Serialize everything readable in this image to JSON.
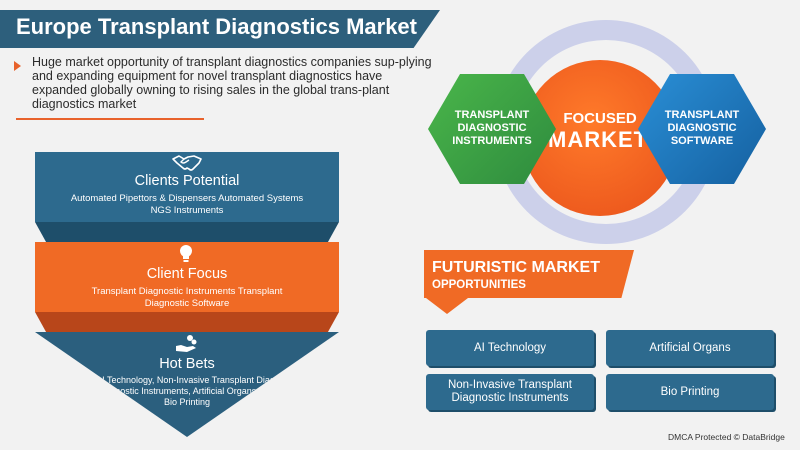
{
  "title": "Europe Transplant Diagnostics Market",
  "intro": "Huge market opportunity of transplant diagnostics companies sup-plying and expanding equipment for novel transplant diagnostics have expanded globally owning to rising sales in the global trans-plant diagnostics market",
  "funnel": {
    "clients": {
      "icon": "handshake-icon",
      "heading": "Clients Potential",
      "line1": "Automated Pipettors & Dispensers Automated Systems",
      "line2": "NGS Instruments"
    },
    "focus": {
      "icon": "lightbulb-icon",
      "heading": "Client Focus",
      "line1": "Transplant Diagnostic Instruments Transplant",
      "line2": "Diagnostic Software"
    },
    "hotbets": {
      "icon": "hand-coins-icon",
      "heading": "Hot Bets",
      "line1": "AI Technology, Non-Invasive Transplant Diag-",
      "line2": "nostic Instruments, Artificial Organs,",
      "line3": "Bio Printing"
    }
  },
  "focused": {
    "center_line1": "FOCUSED",
    "center_line2": "MARKETS",
    "left_hex": "TRANSPLANT\nDIAGNOSTIC\nINSTRUMENTS",
    "right_hex": "TRANSPLANT\nDIAGNOSTIC\nSOFTWARE"
  },
  "futuristic": {
    "title": "FUTURISTIC MARKET",
    "subtitle": "OPPORTUNITIES",
    "items": [
      "AI Technology",
      "Artificial Organs",
      "Non-Invasive Transplant\nDiagnostic Instruments",
      "Bio Printing"
    ]
  },
  "credit": "DMCA Protected © DataBridge",
  "colors": {
    "navy": "#2d5f7c",
    "orange": "#f06a25",
    "green": "#3fa348",
    "blue": "#1f78c1",
    "ring": "#ccd0ea"
  }
}
